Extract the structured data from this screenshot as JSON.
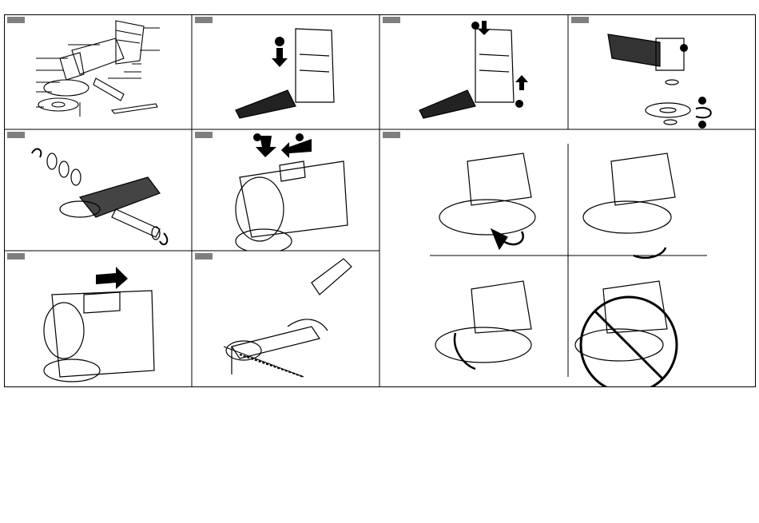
{
  "page": {
    "sections": [
      {
        "id": "1",
        "subject": "tool-overview",
        "callouts": 14
      },
      {
        "id": "2",
        "subject": "battery-insert"
      },
      {
        "id": "3",
        "subject": "battery-release"
      },
      {
        "id": "4",
        "subject": "disc-mount"
      },
      {
        "id": "5",
        "subject": "handle-mount"
      },
      {
        "id": "6",
        "subject": "power-switch"
      },
      {
        "id": "7",
        "subject": "guard-adjust",
        "subpanels": 4
      },
      {
        "id": "8",
        "subject": "lock-slide"
      },
      {
        "id": "9",
        "subject": "cutting-operation"
      }
    ]
  },
  "colors": {
    "ink": "#000000",
    "tag": "#7f7f7f",
    "paper": "#ffffff"
  }
}
